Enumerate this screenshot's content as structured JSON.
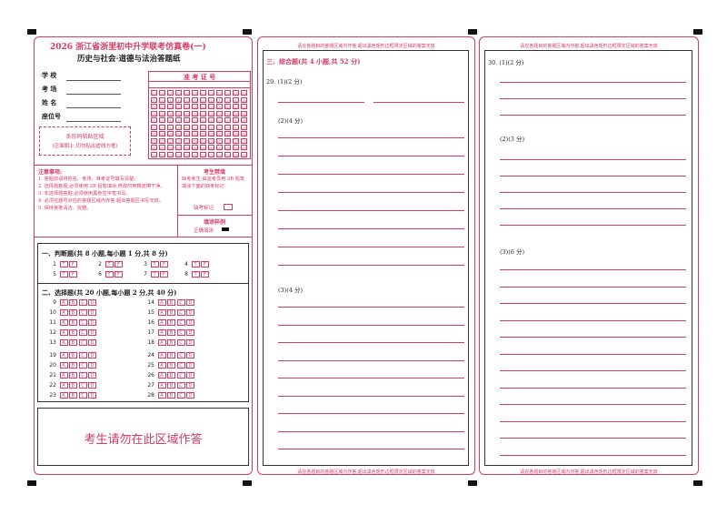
{
  "title_line1": "2026 浙江省浙里初中升学联考仿真卷(一)",
  "title_line2": "历史与社会·道德与法治答题纸",
  "student_fields": [
    "学 校",
    "考 场",
    "姓 名",
    "座位号"
  ],
  "zip_title": "准 考 证 号",
  "zip_digits": [
    "0",
    "1",
    "2",
    "3",
    "4",
    "5",
    "6",
    "7",
    "8",
    "9"
  ],
  "barcode_line1": "条形码粘贴区域",
  "barcode_line2": "(正面朝上,切勿贴出虚线方框)",
  "notes_title": "注意事项:",
  "notes": [
    "1. 答题前请将姓名、考场、准考证号填写清楚。",
    "2. 选择题答题,必须使用 2B 铅笔填涂,修改时用橡皮擦干净。",
    "3. 非选择题答题,必须使用黑色签字笔书写。",
    "4. 必须在题号对应的答题区域内作答,超出答题区书写无效。",
    "5. 保持答卷清洁、完整。"
  ],
  "exam_confirm_title": "考生禁填",
  "exam_confirm_text": "缺考考生,由监考员用 2B 铅笔填涂下面的缺考标记",
  "absent_label": "缺考标记",
  "fill_example_title": "填涂样例",
  "fill_example_label": "正确填涂",
  "tf_section_title": "一、判断题(共 8 小题,每小题 1 分,共 8 分)",
  "tf_options": [
    "T",
    "F"
  ],
  "tf_questions": [
    "1",
    "2",
    "3",
    "4",
    "5",
    "6",
    "7",
    "8"
  ],
  "mc_section_title": "二、选择题(共 20 小题,每小题 2 分,共 40 分)",
  "mc_options": [
    "A",
    "B",
    "C",
    "D"
  ],
  "mc_left_group1": [
    "9",
    "10",
    "11",
    "12",
    "13"
  ],
  "mc_right_group1": [
    "14",
    "15",
    "16",
    "17",
    "18"
  ],
  "mc_left_group2": [
    "19",
    "20",
    "21",
    "22",
    "23"
  ],
  "mc_right_group2": [
    "24",
    "25",
    "26",
    "27",
    "28"
  ],
  "no_answer_zone": "考生请勿在此区域作答",
  "panel_header": "请在各题目的答题区域内作答,超出黑色矩形边框限定区域的答案无效",
  "section3_title": "三、综合题(共 4 小题,共 52 分)",
  "q29_1": "29. (1)(2 分)",
  "q29_2": "(2)(4 分)",
  "q29_3": "(3)(4 分)",
  "q30_1": "30. (1)(2 分)",
  "q30_2": "(2)(3 分)",
  "q30_3": "(3)(6 分)",
  "colors": {
    "accent": "#d63a63",
    "mark": "#111111"
  }
}
